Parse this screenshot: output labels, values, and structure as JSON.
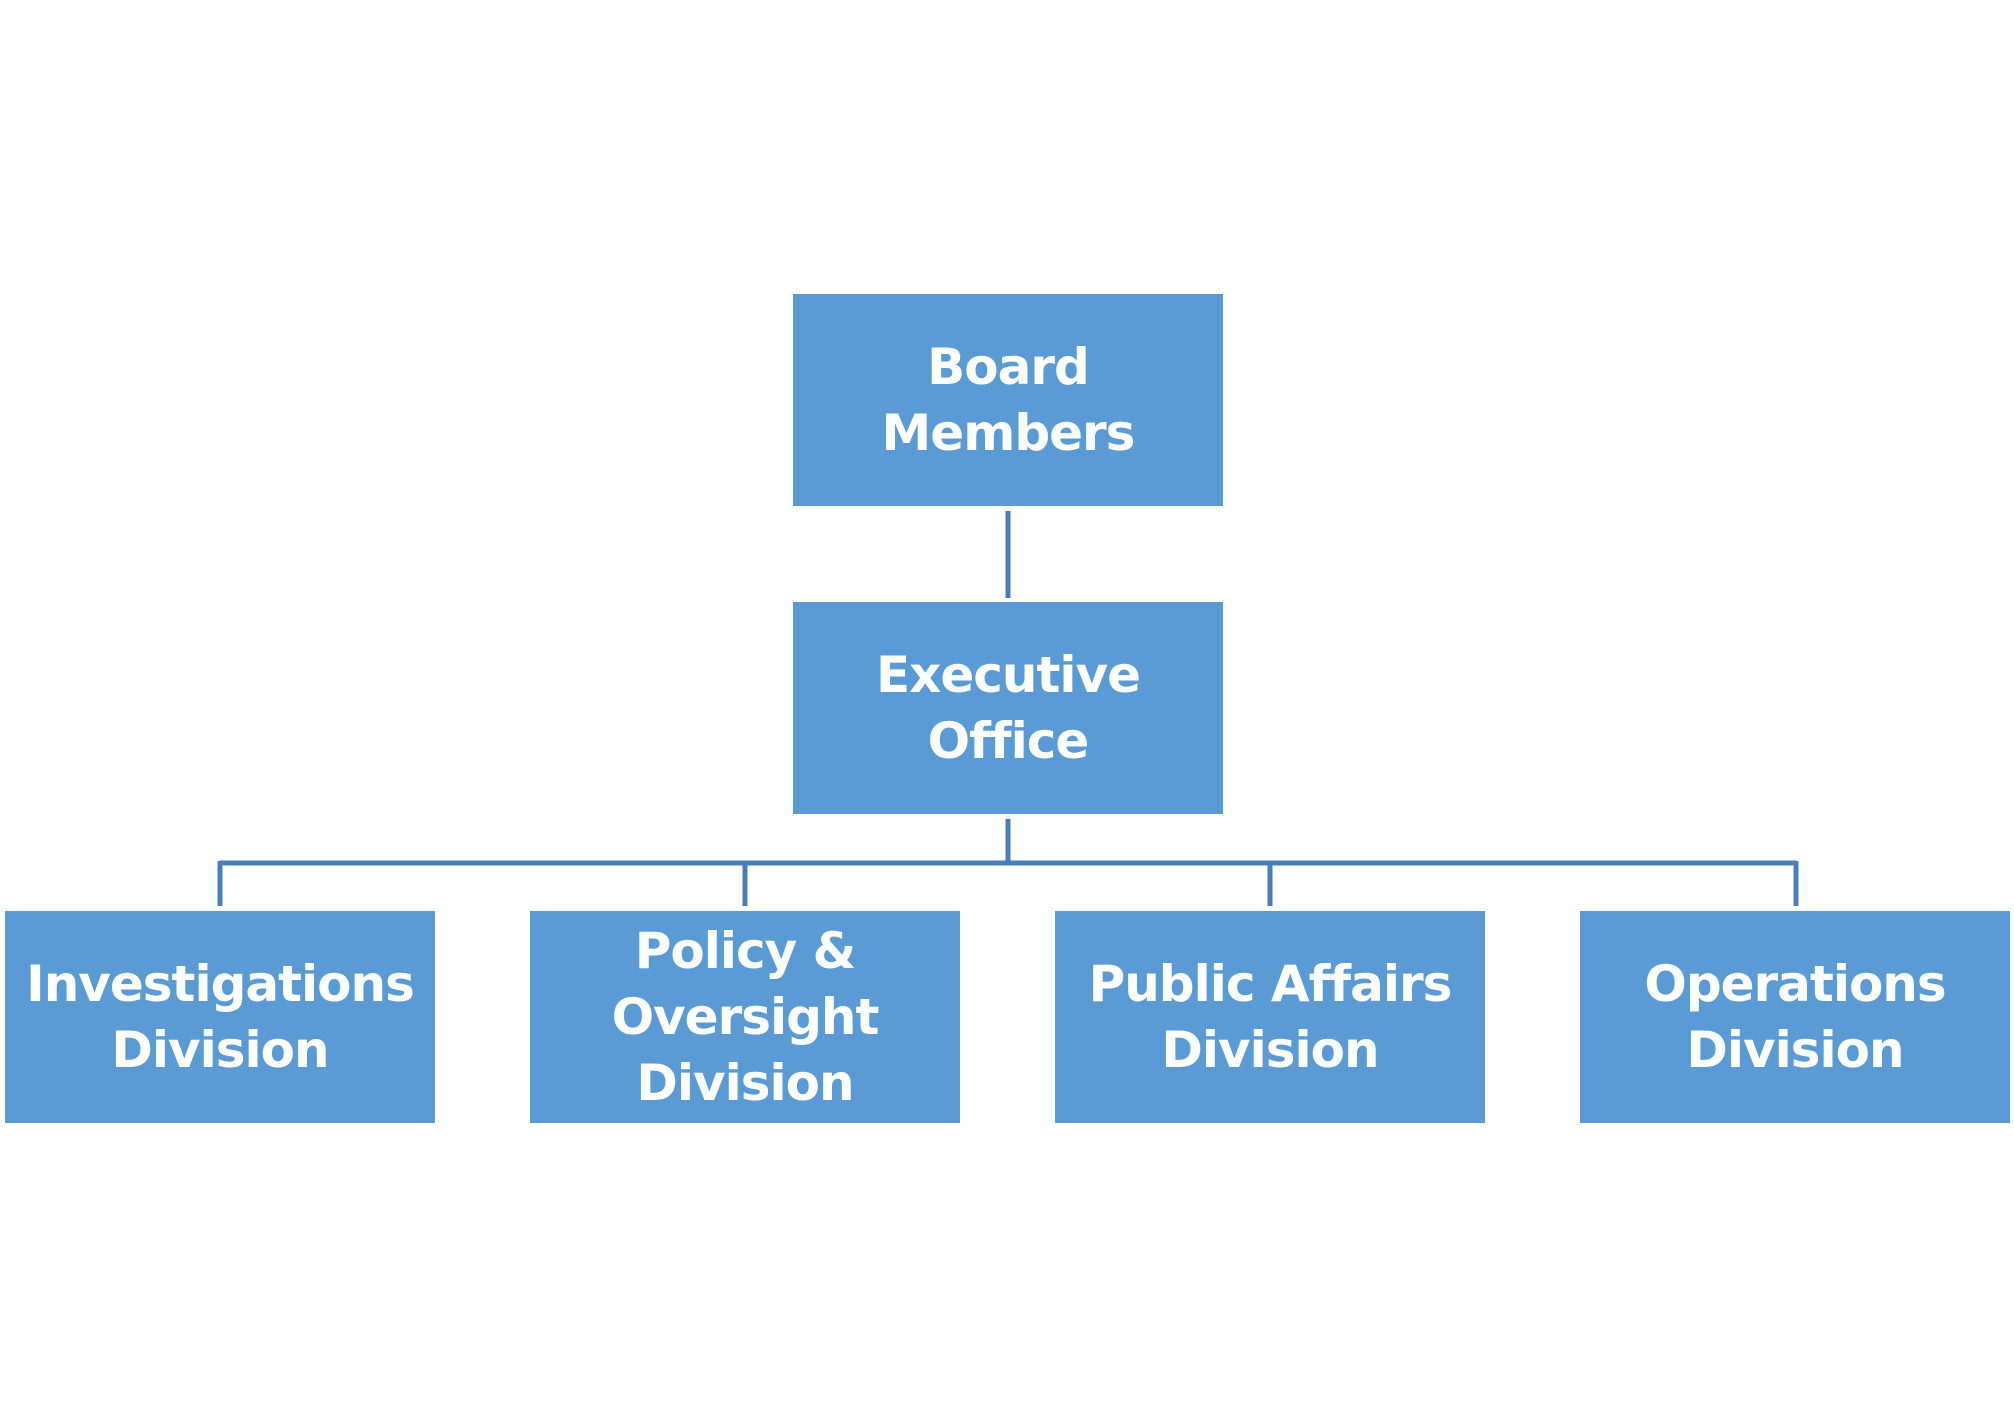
{
  "colors": {
    "node_fill": "#5b9bd5",
    "node_text": "#ffffff",
    "connector": "#4a7ebb",
    "background": "#ffffff"
  },
  "org_chart": {
    "top": {
      "label": "Board Members"
    },
    "middle": {
      "label": "Executive Office"
    },
    "divisions": [
      {
        "label": "Investigations\nDivision"
      },
      {
        "label": "Policy &\nOversight\nDivision"
      },
      {
        "label": "Public Affairs\nDivision"
      },
      {
        "label": "Operations\nDivision"
      }
    ]
  }
}
